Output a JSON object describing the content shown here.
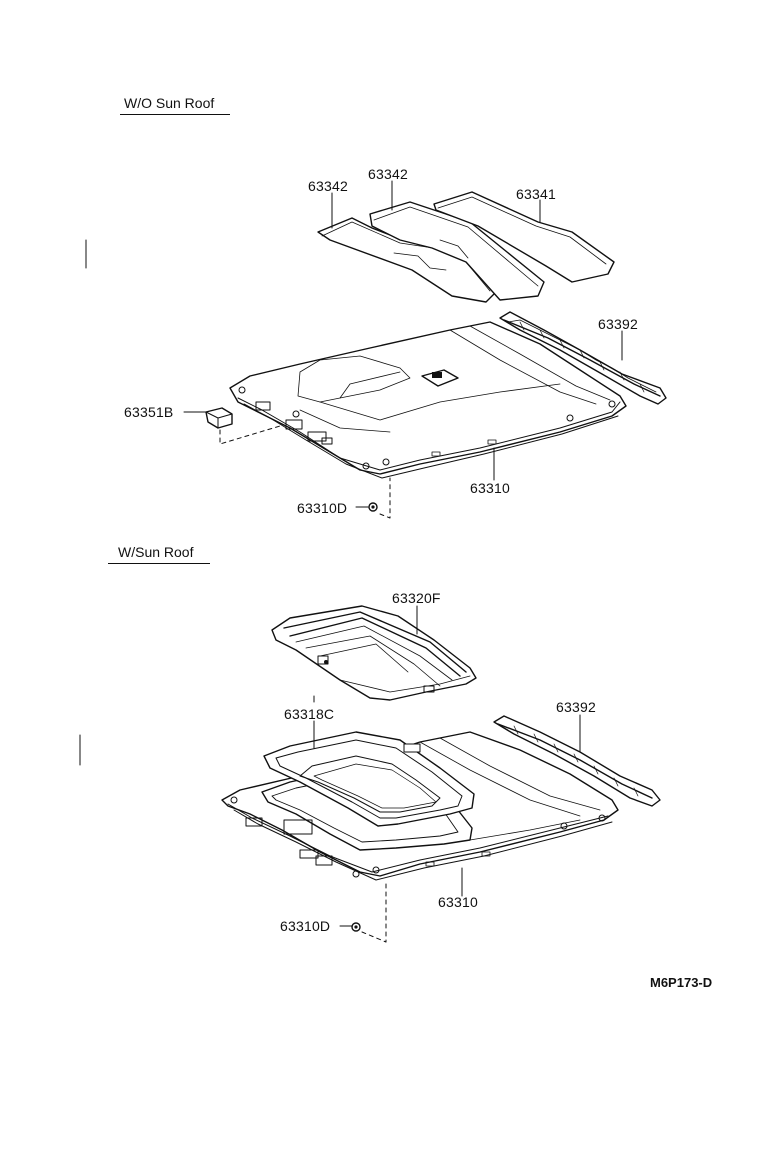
{
  "sections": {
    "top": {
      "title": "W/O Sun Roof",
      "parts": {
        "p63342a": "63342",
        "p63342b": "63342",
        "p63341": "63341",
        "p63392": "63392",
        "p63351b": "63351B",
        "p63310": "63310",
        "p63310d": "63310D"
      }
    },
    "bottom": {
      "title": "W/Sun Roof",
      "parts": {
        "p63320f": "63320F",
        "p63318c": "63318C",
        "p63392": "63392",
        "p63310": "63310",
        "p63310d": "63310D"
      }
    }
  },
  "figure_code": "M6P173-D",
  "colors": {
    "ink": "#111111",
    "paper": "#ffffff",
    "shade": "#cfcfcf"
  }
}
